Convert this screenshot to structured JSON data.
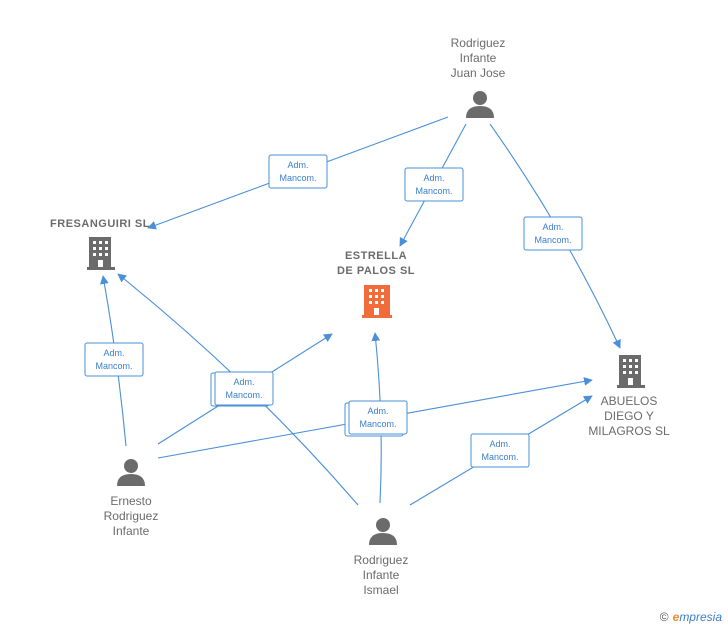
{
  "nodes": {
    "juan_jose": {
      "type": "person",
      "lines": [
        "Rodriguez",
        "Infante",
        "Juan Jose"
      ]
    },
    "fresanguiri": {
      "type": "company",
      "lines": [
        "FRESANGUIRI SL"
      ]
    },
    "estrella": {
      "type": "company",
      "highlight": true,
      "lines": [
        "ESTRELLA",
        "DE PALOS  SL"
      ]
    },
    "abuelos": {
      "type": "company",
      "lines": [
        "ABUELOS",
        "DIEGO Y",
        "MILAGROS SL"
      ]
    },
    "ernesto": {
      "type": "person",
      "lines": [
        "Ernesto",
        "Rodriguez",
        "Infante"
      ]
    },
    "ismael": {
      "type": "person",
      "lines": [
        "Rodriguez",
        "Infante",
        "Ismael"
      ]
    }
  },
  "relation_label": {
    "line1": "Adm.",
    "line2": "Mancom."
  },
  "edges": [
    {
      "from": "juan_jose",
      "to": "fresanguiri"
    },
    {
      "from": "juan_jose",
      "to": "estrella"
    },
    {
      "from": "juan_jose",
      "to": "abuelos"
    },
    {
      "from": "ernesto",
      "to": "fresanguiri"
    },
    {
      "from": "ernesto",
      "to": "estrella"
    },
    {
      "from": "ernesto",
      "to": "abuelos"
    },
    {
      "from": "ismael",
      "to": "fresanguiri"
    },
    {
      "from": "ismael",
      "to": "estrella"
    },
    {
      "from": "ismael",
      "to": "abuelos"
    }
  ],
  "colors": {
    "edge": "#4a8fd8",
    "icon": "#6b6b6b",
    "highlight": "#f26b3a"
  },
  "brand": {
    "copyright": "©",
    "initial": "e",
    "name": "mpresia"
  }
}
